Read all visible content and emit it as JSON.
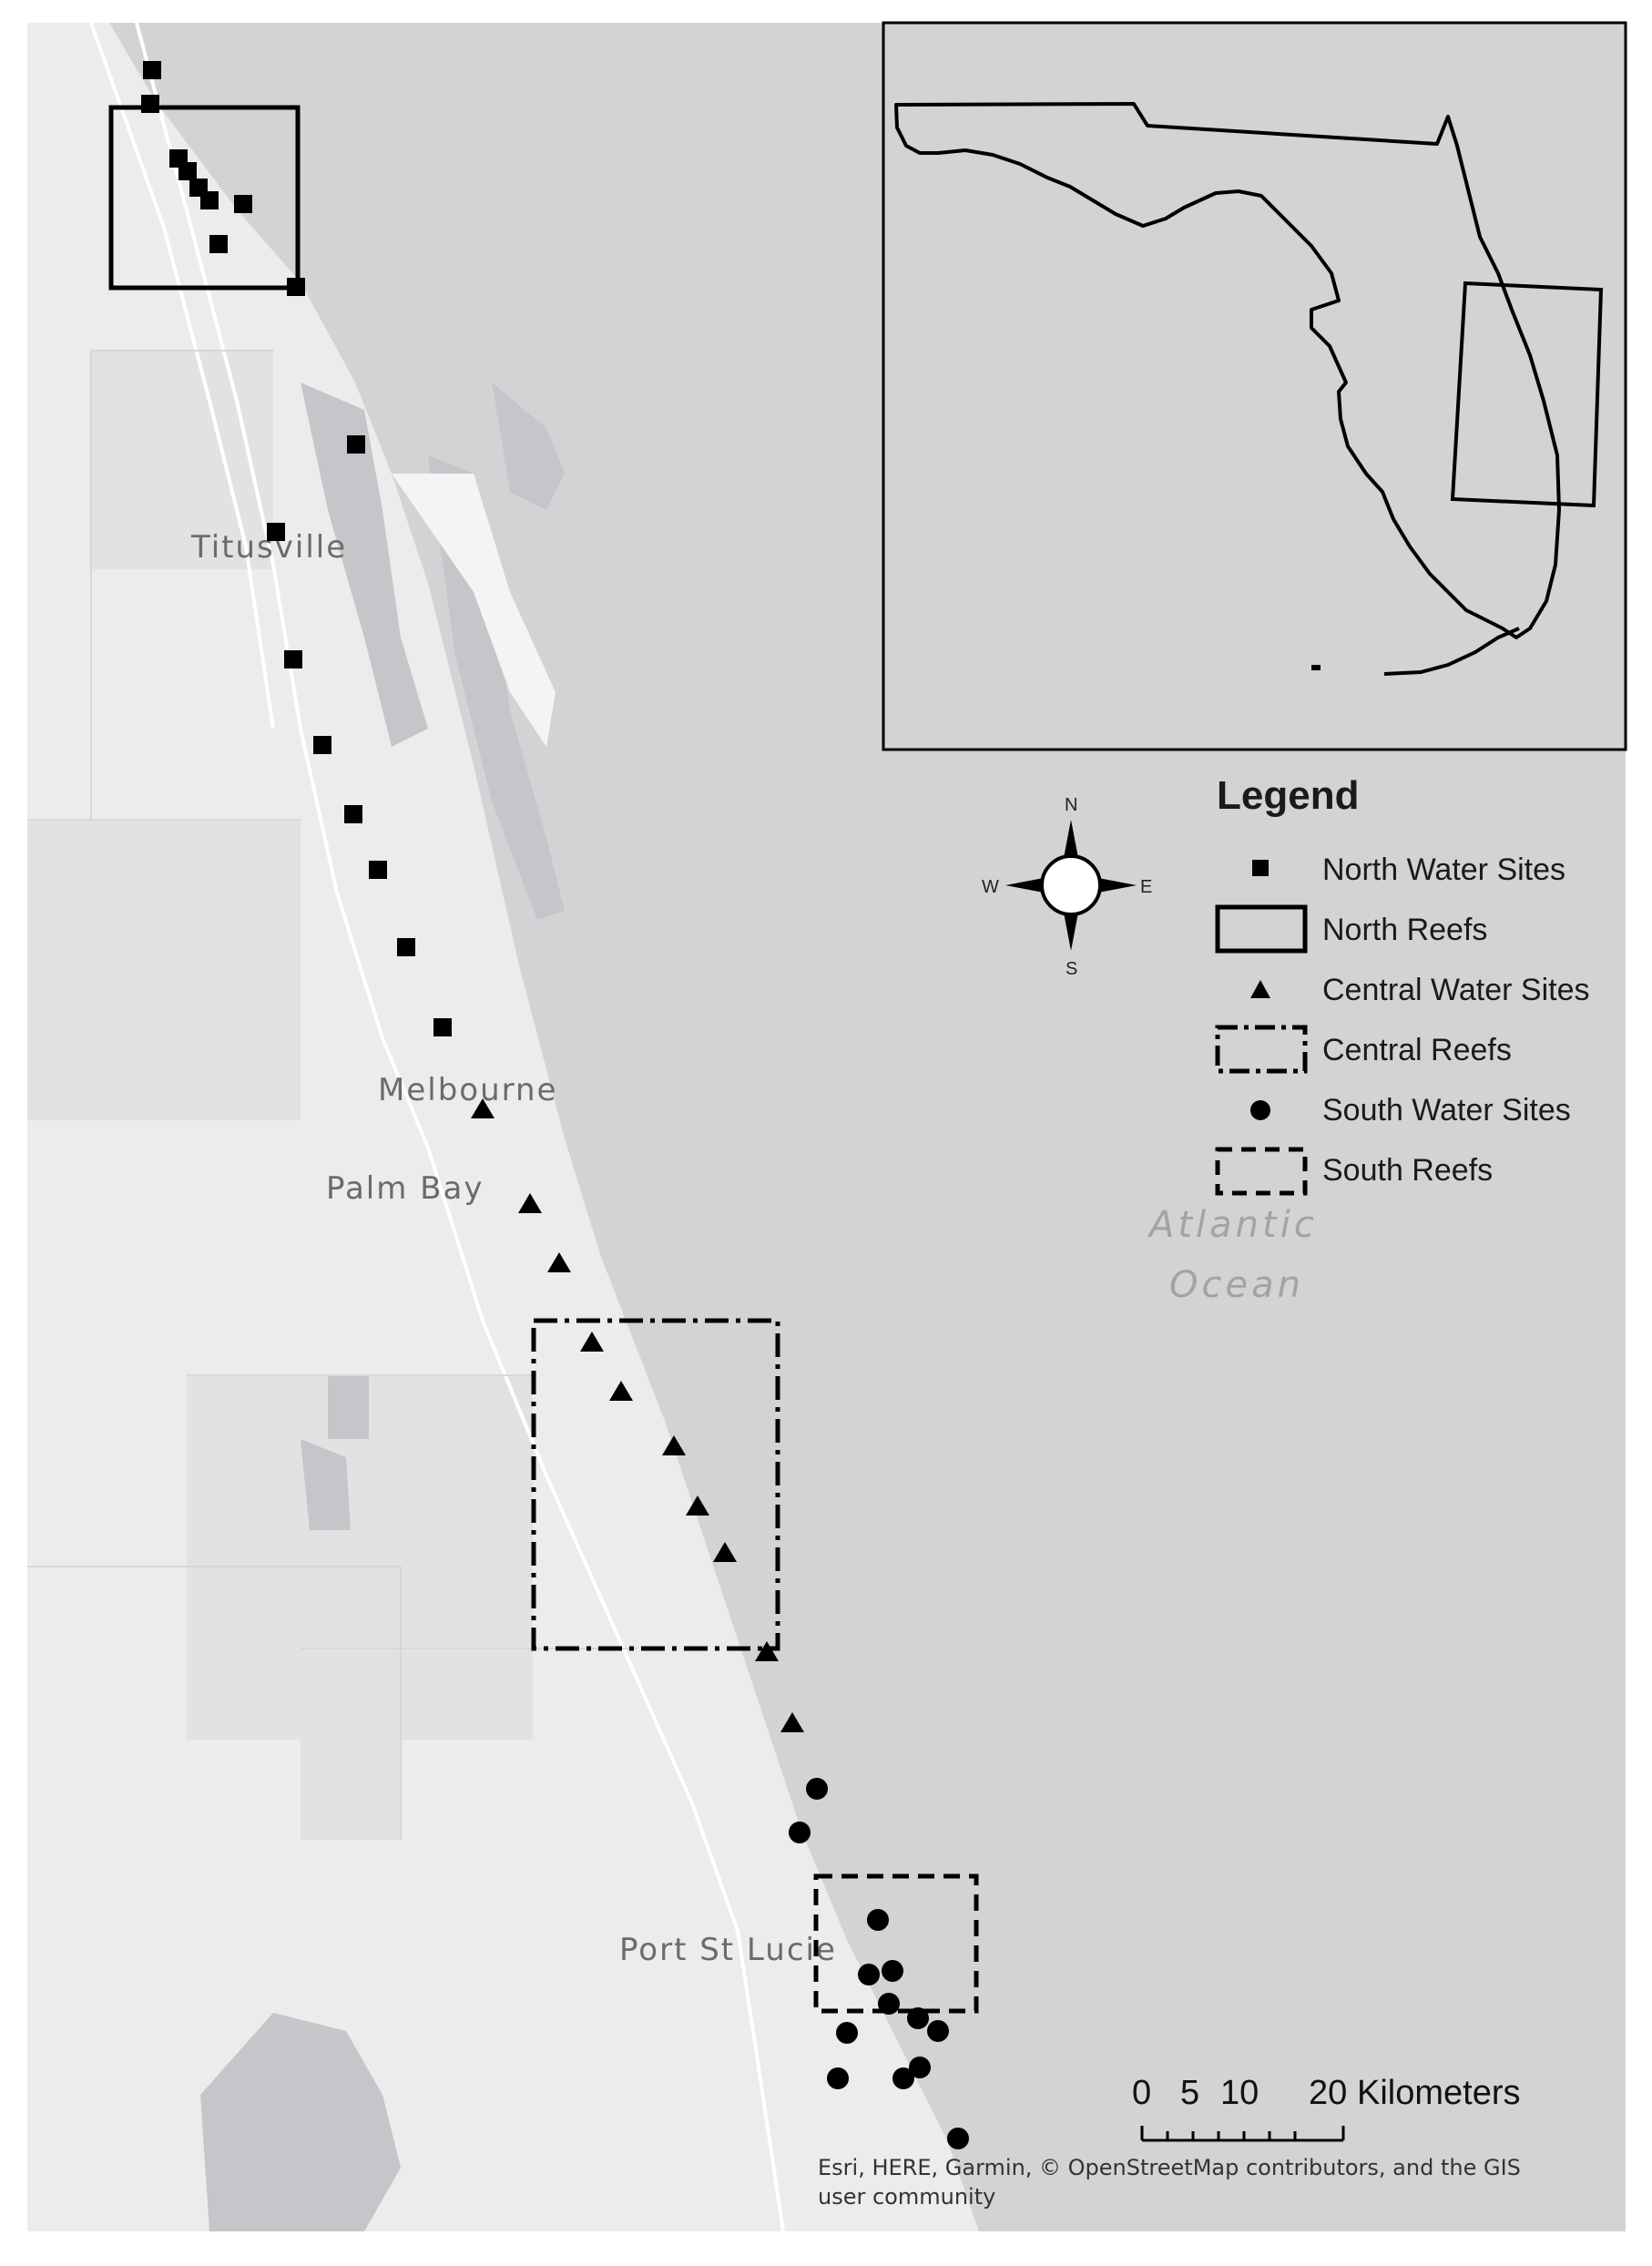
{
  "map": {
    "places": {
      "titusville": "Titusville",
      "melbourne": "Melbourne",
      "palm_bay": "Palm Bay",
      "port_st_lucie": "Port St Lucie"
    },
    "ocean_label": [
      "Atlantic",
      "Ocean"
    ],
    "colors": {
      "ocean": "#d3d3d6",
      "land": "#ececec",
      "land_shade": "#e2e2e2",
      "lagoon": "#c6c6ca",
      "marker": "#000000"
    }
  },
  "legend": {
    "title": "Legend",
    "items": [
      {
        "symbol": "square",
        "label": "North Water Sites"
      },
      {
        "symbol": "solid-box",
        "label": "North Reefs"
      },
      {
        "symbol": "triangle",
        "label": "Central Water Sites"
      },
      {
        "symbol": "dashdot-box",
        "label": "Central Reefs"
      },
      {
        "symbol": "circle",
        "label": "South Water Sites"
      },
      {
        "symbol": "dashed-box",
        "label": "South Reefs"
      }
    ]
  },
  "compass": {
    "n": "N",
    "s": "S",
    "e": "E",
    "w": "W"
  },
  "scale_bar": {
    "ticks": [
      "0",
      "5",
      "10",
      "20"
    ],
    "unit": "Kilometers"
  },
  "attribution": {
    "line1": "Esri, HERE, Garmin, © OpenStreetMap contributors, and the GIS",
    "line2": "user community"
  },
  "inset": {
    "subject": "Florida",
    "highlight": "study area box"
  }
}
